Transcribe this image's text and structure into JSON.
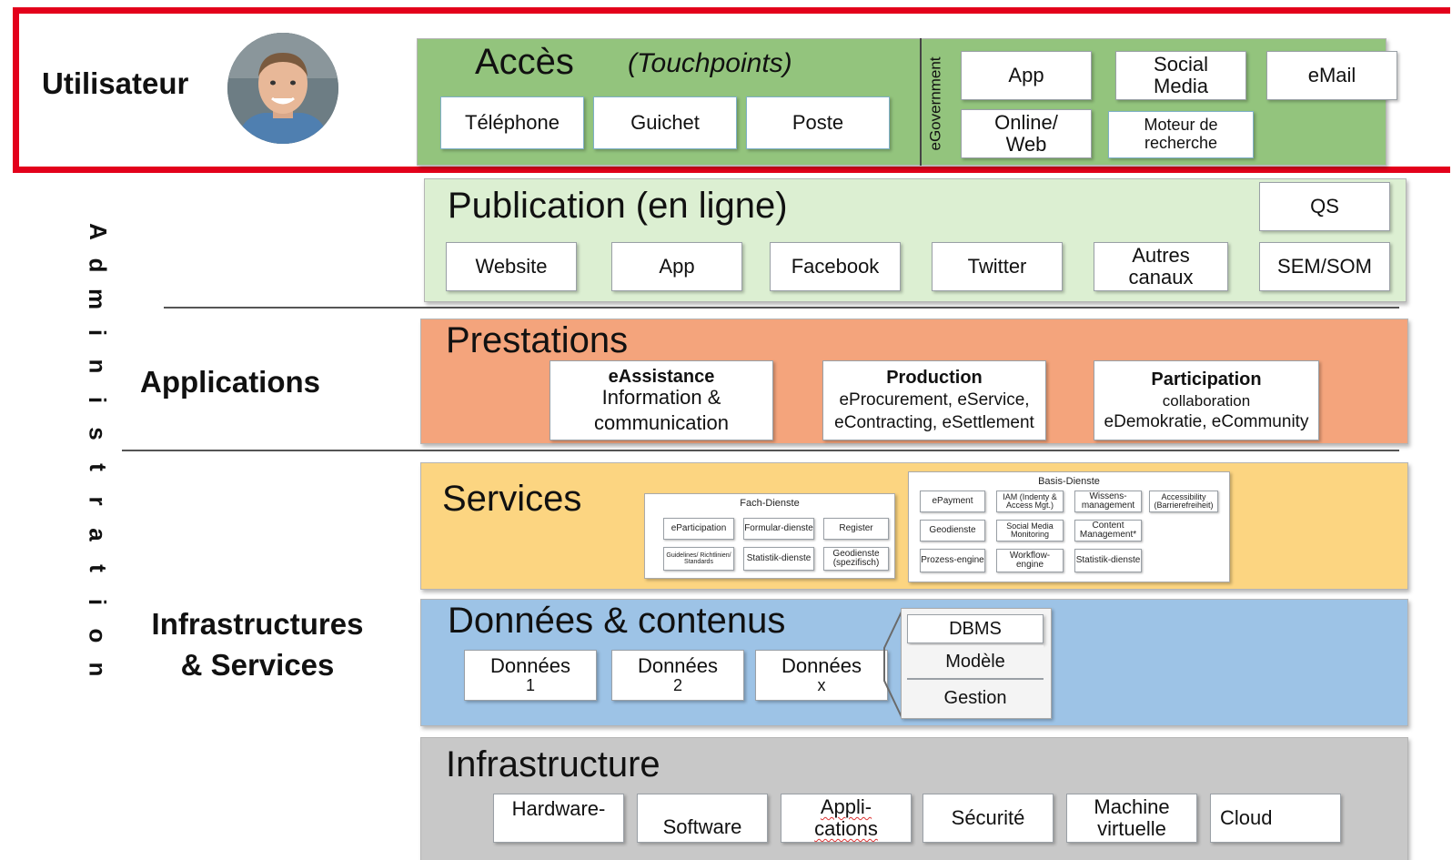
{
  "user": {
    "label": "Utilisateur"
  },
  "admin_vertical": [
    "A",
    "d",
    "m",
    "i",
    "n",
    "i",
    "s",
    "t",
    "r",
    "a",
    "t",
    "i",
    "o",
    "n"
  ],
  "left_labels": {
    "applications": "Applications",
    "infra_line1": "Infrastructures",
    "infra_line2": "& Services"
  },
  "acces": {
    "title": "Accès",
    "subtitle": "(Touchpoints)",
    "boxes": [
      "Téléphone",
      "Guichet",
      "Poste"
    ],
    "egov_label": "eGovernment",
    "egov_boxes": {
      "app": "App",
      "social_line1": "Social",
      "social_line2": "Media",
      "email": "eMail",
      "online_line1": "Online/",
      "online_line2": "Web",
      "moteur_line1": "Moteur de",
      "moteur_line2": "recherche"
    }
  },
  "publication": {
    "title": "Publication (en ligne)",
    "qs": "QS",
    "boxes": [
      "Website",
      "App",
      "Facebook",
      "Twitter"
    ],
    "autres_line1": "Autres",
    "autres_line2": "canaux",
    "sem": "SEM/SOM"
  },
  "prestations": {
    "title": "Prestations",
    "eassistance": {
      "head": "eAssistance",
      "line1": "Information &",
      "line2": "communication"
    },
    "production": {
      "head": "Production",
      "line1": "eProcurement, eService,",
      "line2": "eContracting, eSettlement"
    },
    "participation": {
      "head": "Participation",
      "line1": "collaboration",
      "line2": "eDemokratie, eCommunity"
    }
  },
  "services": {
    "title": "Services",
    "fach": {
      "title": "Fach-Dienste",
      "items": [
        "eParticipation",
        "Formular-dienste",
        "Register",
        "Guidelines/ Richtlinien/ Standards",
        "Statistik-dienste",
        "Geodienste (spezifisch)"
      ]
    },
    "basis": {
      "title": "Basis-Dienste",
      "items": [
        "ePayment",
        "IAM (Indenty & Access Mgt.)",
        "Wissens-management",
        "Accessibility (Barrierefreiheit)",
        "Geodienste",
        "Social Media Monitoring",
        "Content Management*",
        "Prozess-engine",
        "Workflow-engine",
        "Statistik-dienste"
      ]
    }
  },
  "donnees": {
    "title": "Données & contenus",
    "boxes": [
      {
        "line1": "Données",
        "line2": "1"
      },
      {
        "line1": "Données",
        "line2": "2"
      },
      {
        "line1": "Données",
        "line2": "x"
      }
    ],
    "stack": [
      "DBMS",
      "Modèle",
      "Gestion"
    ]
  },
  "infrastructure": {
    "title": "Infrastructure",
    "hardware": "Hardware-",
    "software": "Software",
    "appli_line1": "Appli-",
    "appli_line2": "cations",
    "securite": "Sécurité",
    "machine_line1": "Machine",
    "machine_line2": "virtuelle",
    "cloud": "Cloud"
  },
  "colors": {
    "highlight_frame": "#e3001b",
    "acces": "#93c47d",
    "publication": "#dcefd2",
    "prestations": "#f4a47c",
    "services": "#fcd581",
    "donnees": "#9dc3e6",
    "infrastructure": "#c8c8c8"
  }
}
